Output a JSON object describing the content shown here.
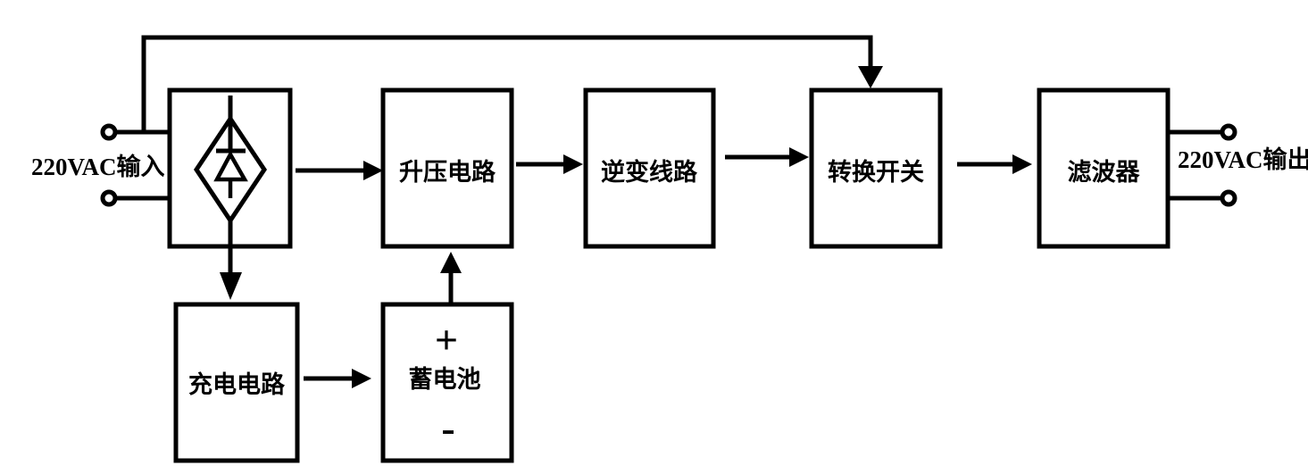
{
  "colors": {
    "line": "#000000",
    "background": "#ffffff"
  },
  "diagram": {
    "input_label": "220VAC输入",
    "output_label": "220VAC输出",
    "rectifier": {
      "icon": "diode-icon"
    },
    "boost": {
      "label": "升压电路"
    },
    "inverter": {
      "label": "逆变线路"
    },
    "transfer_switch": {
      "label": "转换开关"
    },
    "filter": {
      "label": "滤波器"
    },
    "charger": {
      "label": "充电电路"
    },
    "battery": {
      "label": "蓄电池",
      "plus": "+",
      "minus": "-"
    }
  }
}
